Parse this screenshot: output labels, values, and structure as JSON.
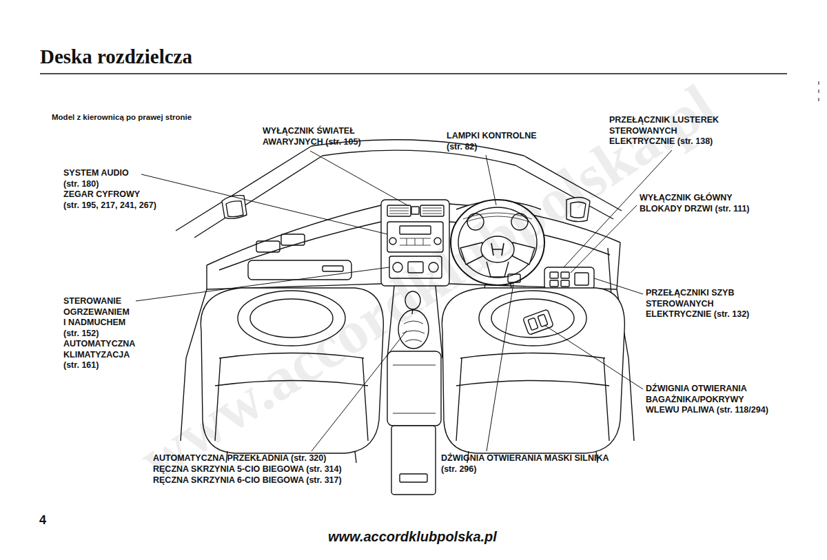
{
  "diagram": {
    "title": "Deska rozdzielcza",
    "labels": [
      "Model z kierownicą po prawej stronie",
      "WYŁĄCZNIK ŚWIATEŁ AWARYJNYCH (str. 105)",
      "LAMPKI KONTROLNE (str. 82)",
      "PRZEŁĄCZNIK LUSTEREK STEROWANYCH ELEKTRYCZNIE (str. 138)",
      "SYSTEM AUDIO (str. 180)",
      "ZEGAR CYFROWY (str. 195, 217, 241, 267)",
      "WYŁĄCZNIK GŁÓWNY BLOKADY DRZWI (str. 111)",
      "STEROWANIE OGRZEWANIEM I NADMUCHEM (str. 152)",
      "AUTOMATYCZNA KLIMATYZACJA (str. 161)",
      "PRZEŁĄCZNIKI SZYB STEROWANYCH ELEKTRYCZNIE (str. 132)",
      "DŹWIGNIA OTWIERANIA BAGAŻNIKA/POKRYWY WLEWU PALIWA (str. 118/294)",
      "AUTOMATYCZNA PRZEKŁADNIA (str. 320)",
      "RĘCZNA SKRZYNIA 5-CIO BIEGOWA (str. 314)",
      "RĘCZNA SKRZYNIA 6-CIO BIEGOWA (str. 317)",
      "DŹWIGNIA OTWIERANIA MASKI SILNIKA (str. 296)",
      "4",
      "www.accordklubpolska.pl",
      "www.accordklubpolska.pl"
    ]
  }
}
